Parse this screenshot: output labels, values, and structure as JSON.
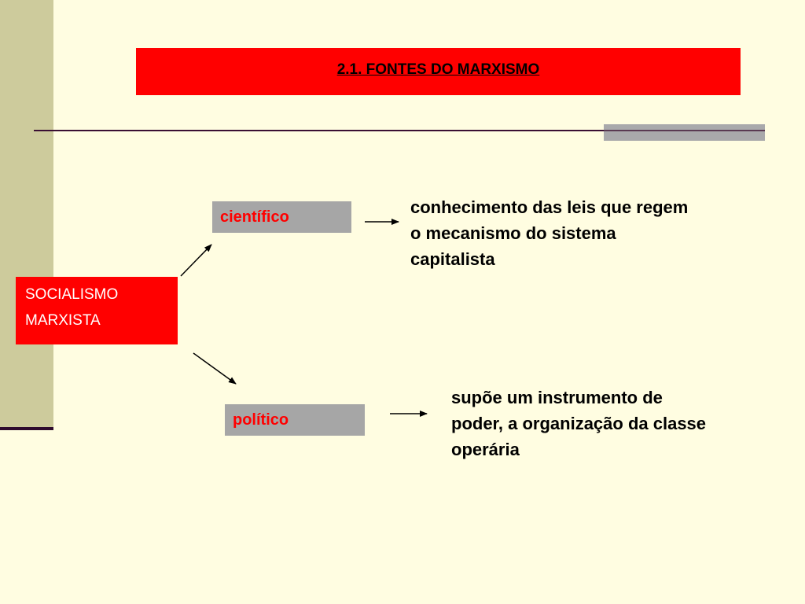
{
  "title": "2.1.  FONTES DO MARXISMO",
  "root": {
    "line1": "SOCIALISMO",
    "line2": "MARXISTA"
  },
  "branches": [
    {
      "label": "científico",
      "description": [
        "conhecimento das leis que regem",
        "o mecanismo do sistema",
        "capitalista"
      ]
    },
    {
      "label": "político",
      "description": [
        "supõe um instrumento de",
        "poder, a organização da classe",
        "operária"
      ]
    }
  ],
  "colors": {
    "background": "#FFFDE1",
    "accent_red": "#FF0000",
    "sidebar": "#CDCB9C",
    "box_gray": "#A6A6A6",
    "rule": "#3A0F33"
  }
}
